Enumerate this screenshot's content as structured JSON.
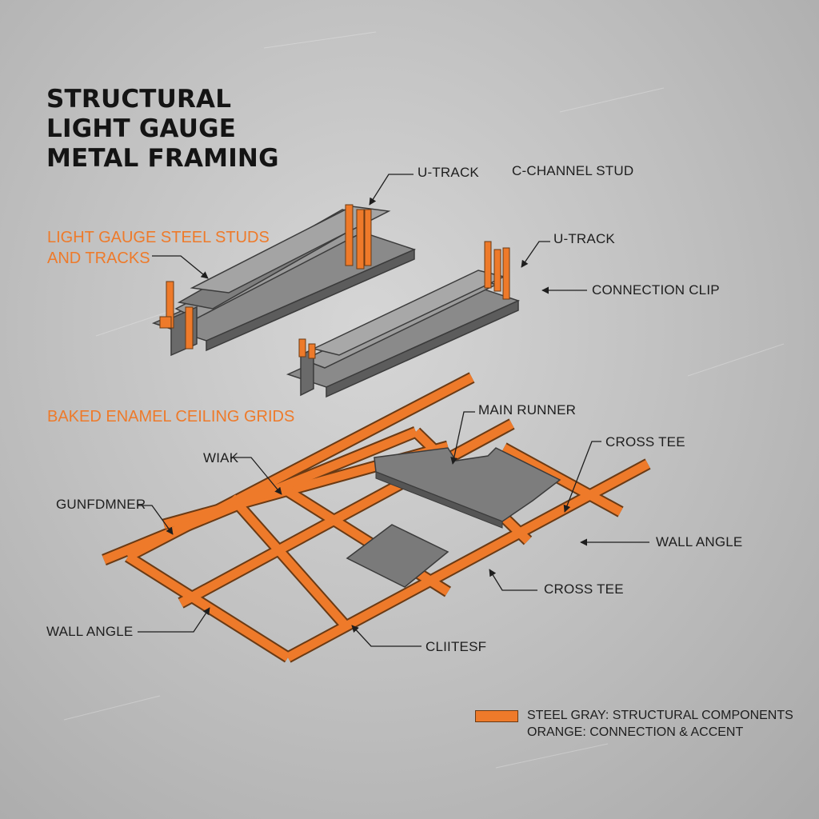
{
  "title": {
    "line1": "STRUCTURAL",
    "line2": "LIGHT GAUGE",
    "line3": "METAL FRAMING"
  },
  "sections": {
    "studs_line1": "LIGHT GAUGE STEEL STUDS",
    "studs_line2": "AND TRACKS",
    "ceiling": "BAKED ENAMEL CEILING GRIDS"
  },
  "labels": {
    "u_track_top": "U-TRACK",
    "c_channel_stud": "C-CHANNEL STUD",
    "u_track_right": "U-TRACK",
    "connection_clip": "CONNECTION CLIP",
    "main_runner": "MAIN RUNNER",
    "cross_tee_top": "CROSS TEE",
    "wiak": "WIAK",
    "gunfdmner": "GUNFDMNER",
    "wall_angle_right": "WALL ANGLE",
    "cross_tee_bottom": "CROSS TEE",
    "wall_angle_left": "WALL ANGLE",
    "cliitesf": "CLIITESF"
  },
  "legend": {
    "line1": "STEEL GRAY: STRUCTURAL COMPONENTS",
    "line2": "ORANGE: CONNECTION & ACCENT"
  },
  "colors": {
    "steel_gray": "#7d7d7d",
    "orange_accent": "#ee7a2a",
    "title_text": "#141414",
    "label_text": "#1e1e1e"
  }
}
